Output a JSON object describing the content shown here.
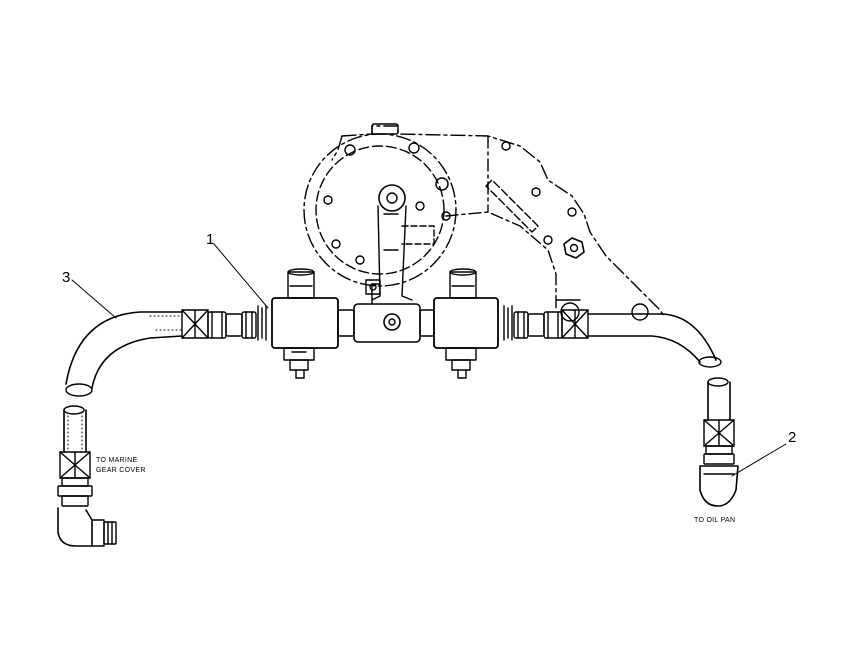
{
  "diagram": {
    "callouts": [
      {
        "id": "1"
      },
      {
        "id": "2"
      },
      {
        "id": "3"
      }
    ],
    "notes": {
      "marine_line1": "TO MARINE",
      "marine_line2": "GEAR COVER",
      "oil_pan": "TO OIL PAN"
    },
    "colors": {
      "ink": "#000000",
      "paper": "#ffffff"
    }
  }
}
